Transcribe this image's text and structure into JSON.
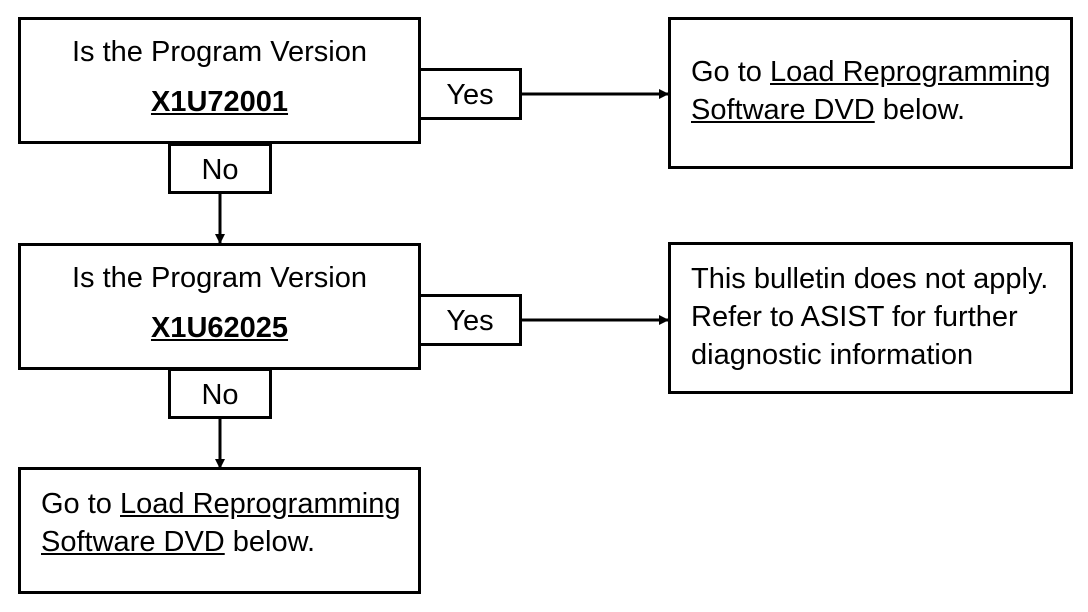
{
  "steps": [
    {
      "question": "Is the Program Version",
      "version": "X1U72001",
      "yes_label": "Yes",
      "no_label": "No",
      "yes_result": {
        "prefix": "Go to ",
        "link": "Load Reprogramming",
        "link2": "Software DVD",
        "suffix": " below."
      }
    },
    {
      "question": "Is the Program Version",
      "version": "X1U62025",
      "yes_label": "Yes",
      "no_label": "No",
      "yes_result": {
        "line1": "This bulletin does not apply.",
        "line2": "Refer to ASIST for further",
        "line3": "diagnostic information"
      }
    }
  ],
  "final_result": {
    "prefix": "Go to ",
    "link": "Load Reprogramming",
    "link2": "Software DVD",
    "suffix": " below."
  }
}
